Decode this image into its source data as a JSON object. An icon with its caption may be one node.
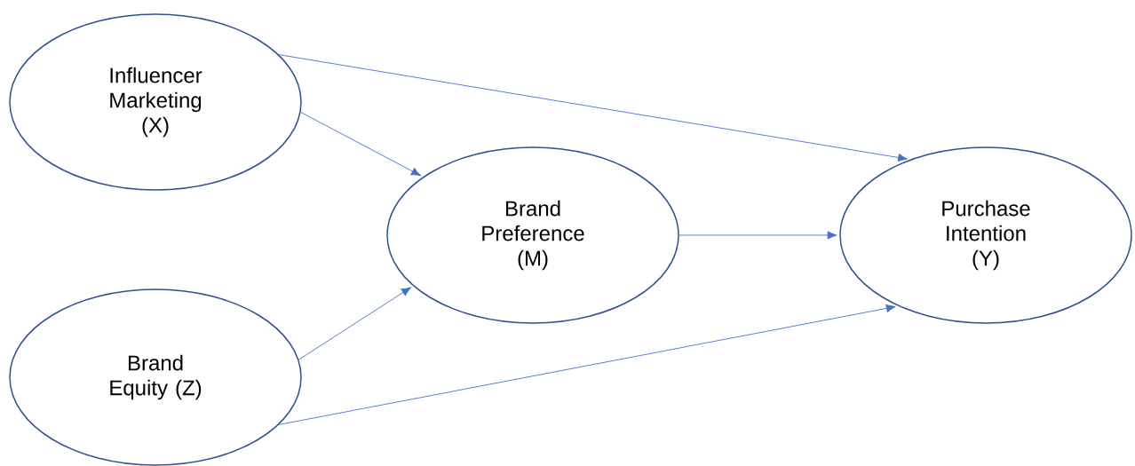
{
  "diagram": {
    "nodes": [
      {
        "text": [
          "Influencer Marketing (X)"
        ]
      },
      {
        "text": [
          "Brand Preference (M)"
        ]
      },
      {
        "text": [
          "Purchase Intention (Y)"
        ]
      },
      {
        "text": [
          "Brand Equity (Z)"
        ]
      }
    ],
    "edges": [
      {
        "from": 0,
        "to": 2,
        "arrow": "to"
      },
      {
        "from": 0,
        "to": 1,
        "arrow": "to"
      },
      {
        "from": 1,
        "to": 2,
        "arrow": "to"
      },
      {
        "from": 3,
        "to": 1,
        "arrow": "to"
      },
      {
        "from": 3,
        "to": 2,
        "arrow": "to"
      }
    ]
  }
}
